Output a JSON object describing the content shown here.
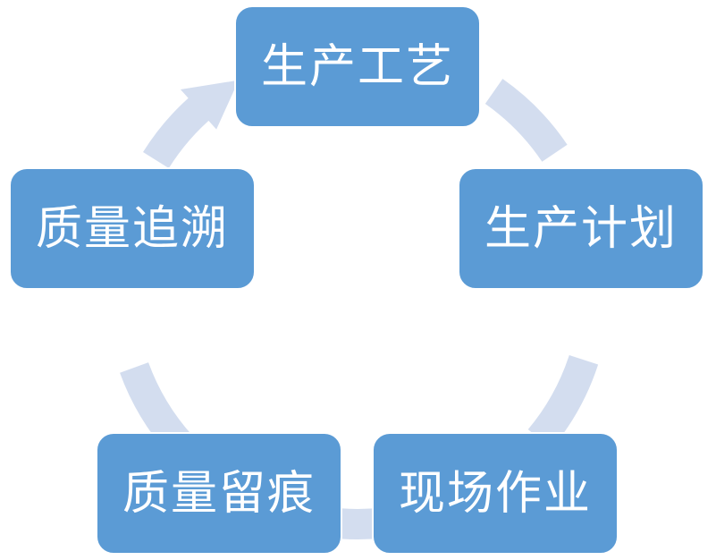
{
  "diagram": {
    "type": "cycle",
    "colors": {
      "node_fill": "#5b9bd5",
      "node_text": "#ffffff",
      "connector": "#d3ddef"
    },
    "nodes": [
      {
        "label": "生产工艺"
      },
      {
        "label": "生产计划"
      },
      {
        "label": "现场作业"
      },
      {
        "label": "质量留痕"
      },
      {
        "label": "质量追溯"
      }
    ]
  }
}
